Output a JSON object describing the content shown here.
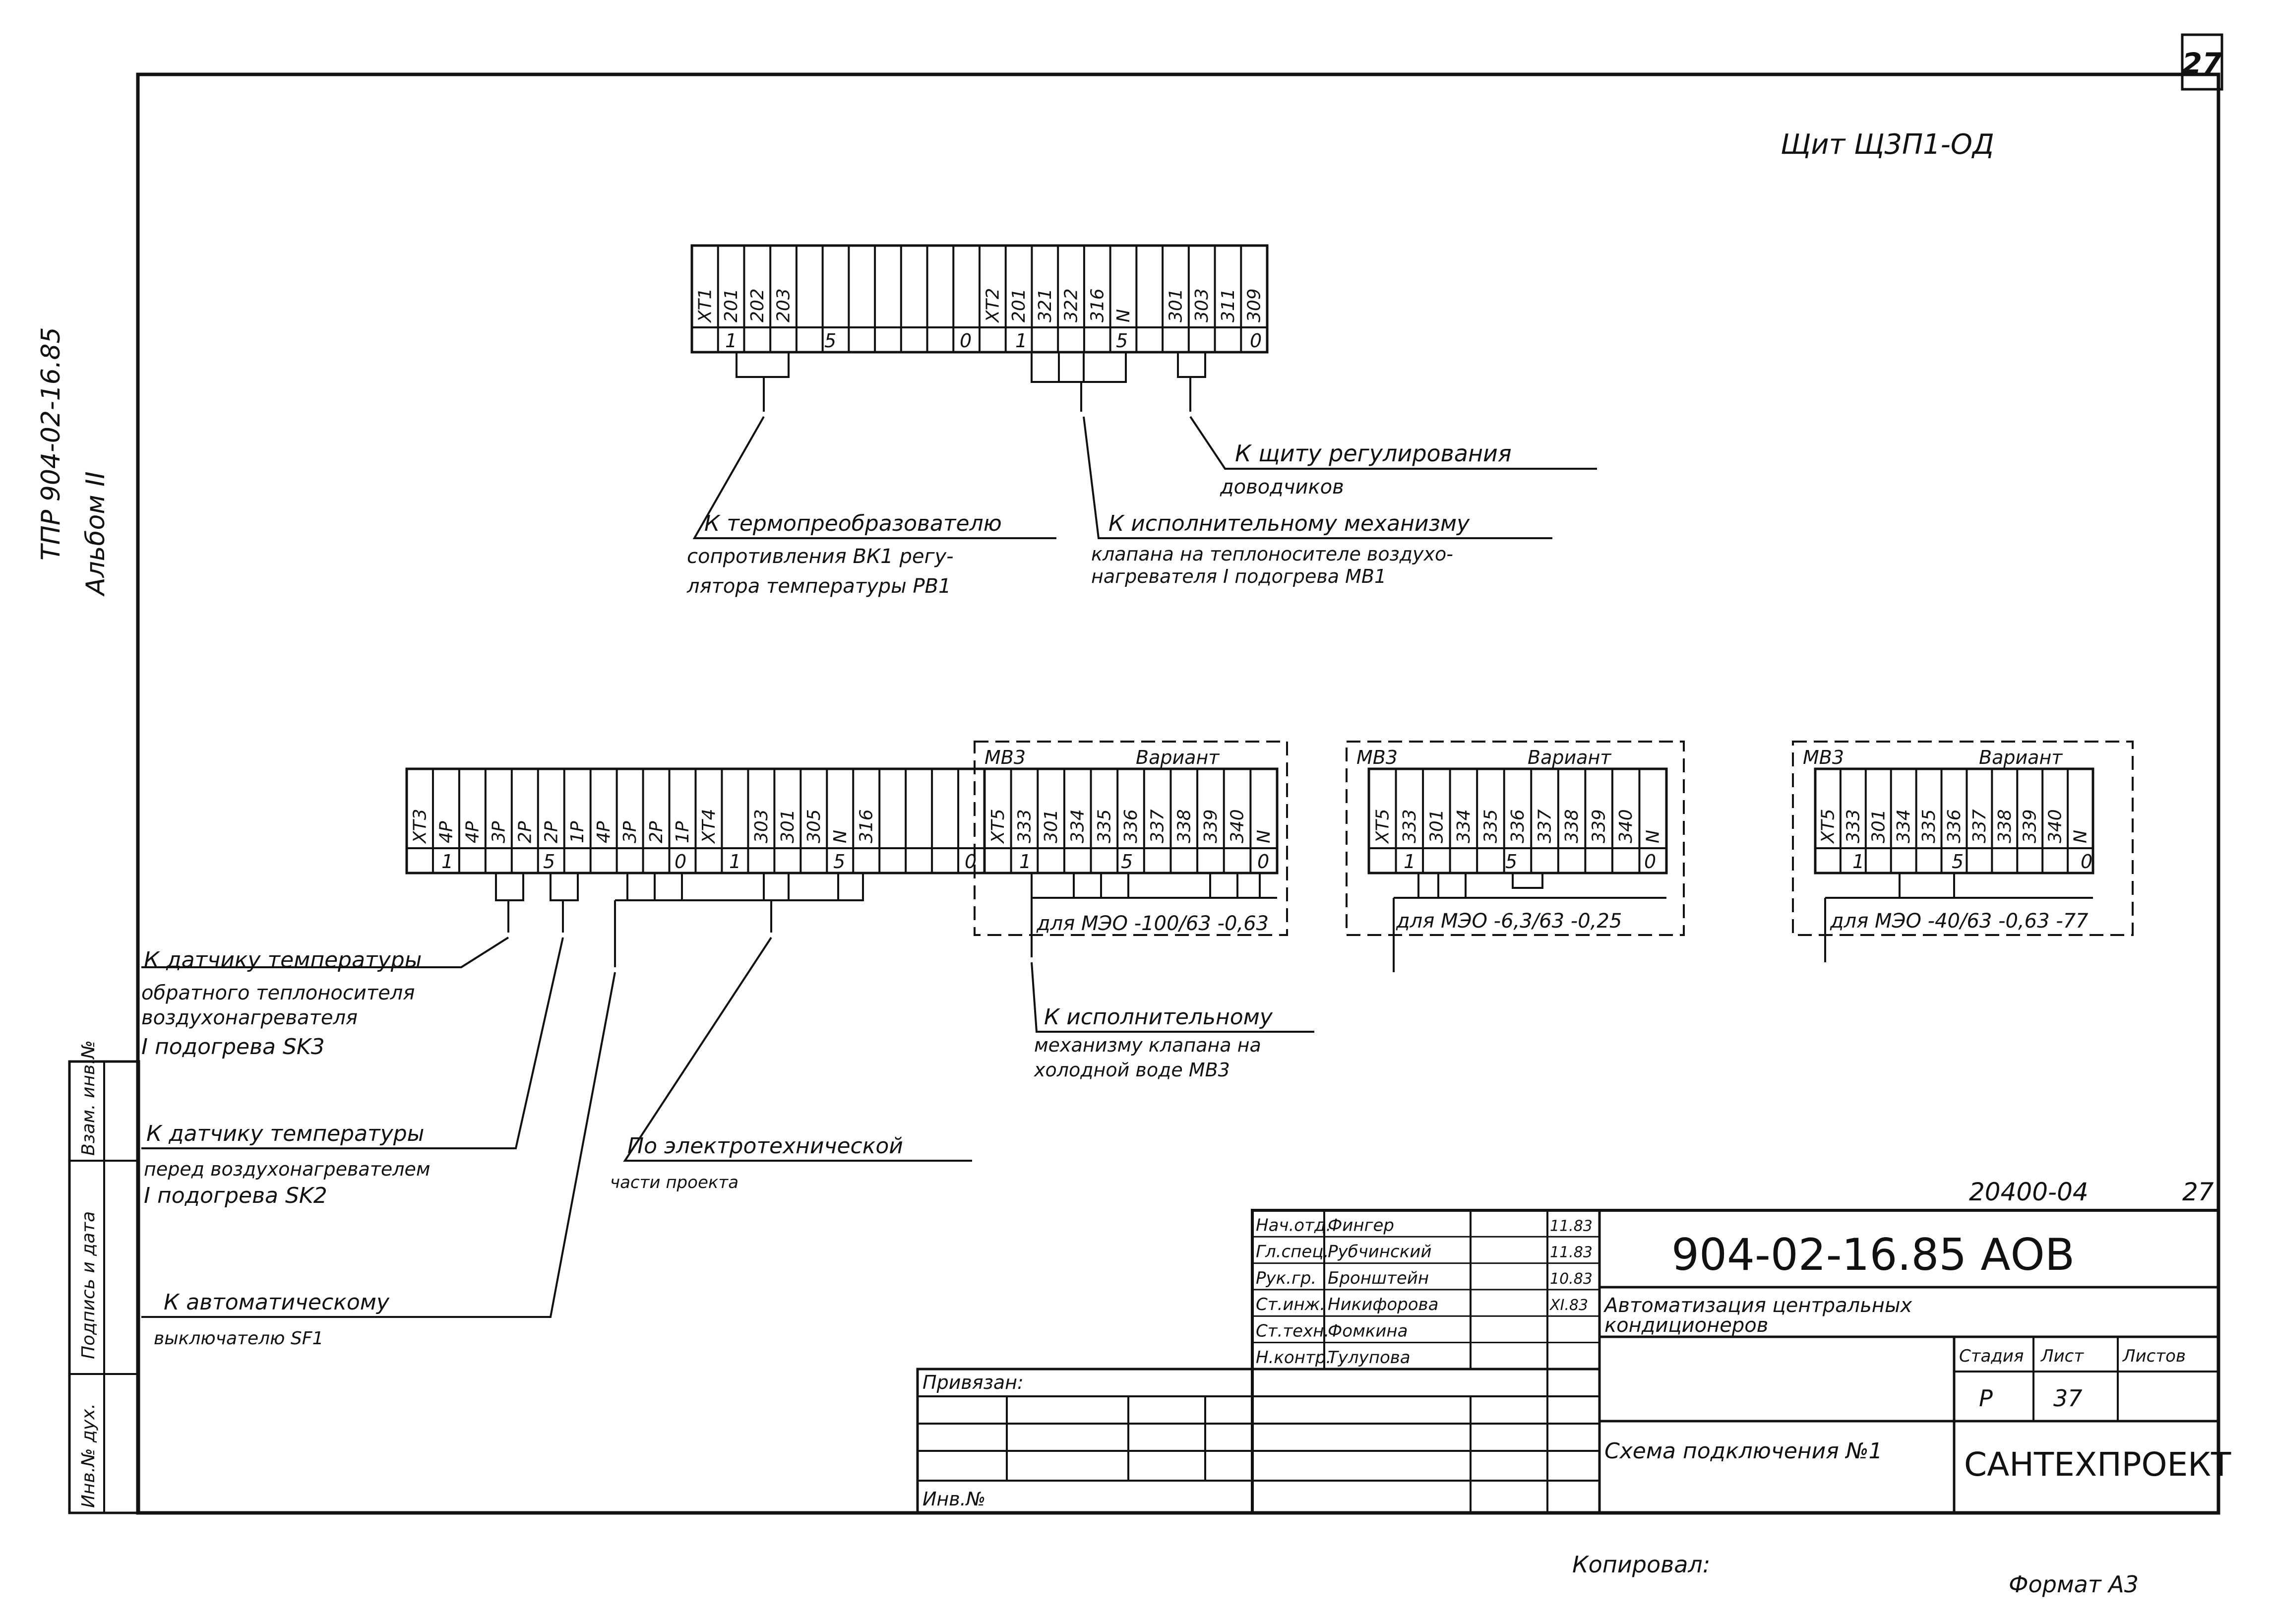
{
  "sheet": {
    "page_number": "27",
    "panel_title": "Щит Щ3П1-ОД",
    "side_label_1": "ТПР 904-02-16.85",
    "side_label_2": "Альбом II",
    "stamp_col_1": "Инв.№ дух.",
    "stamp_col_2": "Подпись и дата",
    "stamp_col_3": "Взам. инв.№",
    "copied": "Копировал:",
    "format": "Формат А3"
  },
  "top_block": {
    "headers": [
      "ХТ1",
      "201",
      "202",
      "203",
      "",
      "",
      "",
      "",
      "",
      "",
      "",
      "ХТ2",
      "201",
      "321",
      "322",
      "316",
      "N",
      "",
      "301",
      "303",
      "311",
      "309"
    ],
    "numbers": {
      "n1": "1",
      "n5": "5",
      "n0": "0",
      "m1": "1",
      "m5": "5",
      "m0": "0"
    }
  },
  "top_callouts": {
    "c1_line1": "К щиту регулирования",
    "c1_line2": "доводчиков",
    "c2_line1": "К термопреобразователю",
    "c2_line2": "сопротивления ВК1 регу-",
    "c2_line3": "лятора температуры РВ1",
    "c3_line1": "К исполнительному механизму",
    "c3_line2": "клапана на теплоносителе воздухо-",
    "c3_line3": "нагревателя I подогрева МВ1"
  },
  "bottom_block": {
    "headers": [
      "ХТ3",
      "4Р",
      "4Р",
      "3Р",
      "2Р",
      "2Р",
      "1Р",
      "4Р",
      "3Р",
      "2Р",
      "1Р",
      "ХТ4",
      "",
      "303",
      "301",
      "305",
      "N",
      "316",
      "",
      "",
      "",
      ""
    ],
    "numbers": {
      "n1": "1",
      "n5": "5",
      "n0": "0",
      "m1": "1",
      "m5": "5",
      "m0": "0"
    }
  },
  "variant_a": {
    "title": "МВ3",
    "variant": "Вариант",
    "headers": [
      "ХТ5",
      "333",
      "301",
      "334",
      "335",
      "336",
      "337",
      "338",
      "339",
      "340",
      "N"
    ],
    "numbers": {
      "n1": "1",
      "n5": "5",
      "n0": "0"
    },
    "note": "для МЭО -100/63 -0,63"
  },
  "variant_b": {
    "title": "МВ3",
    "variant": "Вариант",
    "headers": [
      "ХТ5",
      "333",
      "301",
      "334",
      "335",
      "336",
      "337",
      "338",
      "339",
      "340",
      "N"
    ],
    "numbers": {
      "n1": "1",
      "n5": "5",
      "n0": "0"
    },
    "note": "для МЭО -6,3/63 -0,25"
  },
  "variant_c": {
    "title": "МВ3",
    "variant": "Вариант",
    "headers": [
      "ХТ5",
      "333",
      "301",
      "334",
      "335",
      "336",
      "337",
      "338",
      "339",
      "340",
      "N"
    ],
    "numbers": {
      "n1": "1",
      "n5": "5",
      "n0": "0"
    },
    "note": "для МЭО -40/63 -0,63 -77"
  },
  "bottom_callouts": {
    "d1_line1": "К датчику температуры",
    "d1_line2": "обратного теплоносителя",
    "d1_line3": "воздухонагревателя",
    "d1_line4": "I подогрева SK3",
    "d2_line1": "К датчику температуры",
    "d2_line2": "перед воздухонагревателем",
    "d2_line3": "I подогрева SK2",
    "d3_line1": "К автоматическому",
    "d3_line2": "выключателю SF1",
    "d4_line1": "По электротехнической",
    "d4_line2": "части проекта",
    "d5_line1": "К исполнительному",
    "d5_line2": "механизму клапана на",
    "d5_line3": "холодной воде МВ3"
  },
  "title_block": {
    "code_small": "20400-04",
    "code_page": "27",
    "doc_number": "904-02-16.85 АОВ",
    "project_title_1": "Автоматизация центральных",
    "project_title_2": "кондиционеров",
    "sheet_title": "Схема подключения №1",
    "org": "САНТЕХПРОЕКТ",
    "stage_label": "Стадия",
    "sheet_label": "Лист",
    "sheets_label": "Листов",
    "stage": "Р",
    "sheet_no": "37",
    "sheets": "",
    "privyazan": "Привязан:",
    "inv_no": "Инв.№",
    "roles": [
      "Нач.отд.",
      "Гл.спец.",
      "Рук.гр.",
      "Ст.инж.",
      "Ст.техн.",
      "Н.контр."
    ],
    "names": [
      "Фингер",
      "Рубчинский",
      "Бронштейн",
      "Никифорова",
      "Фомкина",
      "Тулупова"
    ],
    "dates": [
      "11.83",
      "11.83",
      "10.83",
      "XI.83",
      "",
      ""
    ]
  }
}
